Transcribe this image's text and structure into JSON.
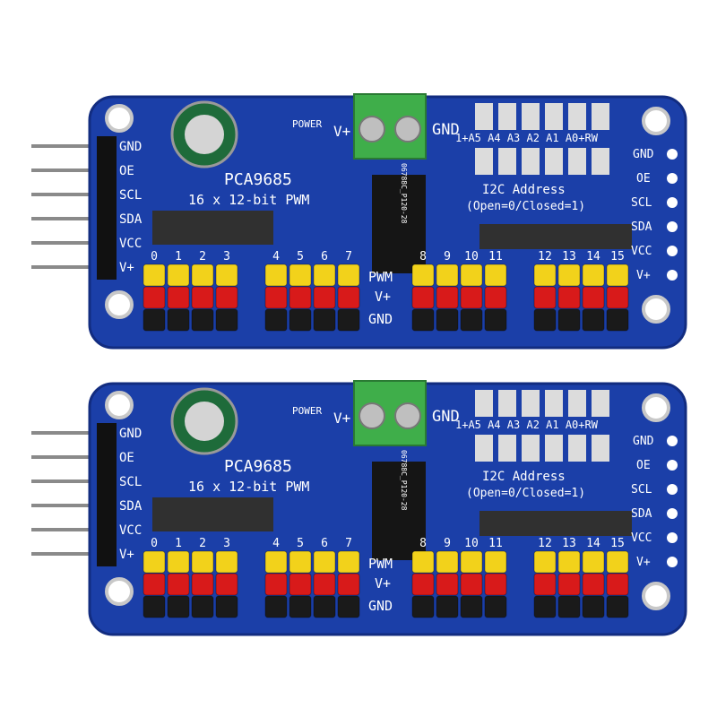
{
  "boards": [
    {
      "chip": "PCA9685",
      "subtitle": "16 x 12-bit PWM",
      "power": "POWER",
      "vplus": "V+",
      "gnd": "GND",
      "pins_left": [
        "GND",
        "OE",
        "SCL",
        "SDA",
        "VCC",
        "V+"
      ],
      "pins_right": [
        "GND",
        "OE",
        "SCL",
        "SDA",
        "VCC",
        "V+"
      ],
      "addr_labels": "1+A5 A4 A3 A2 A1 A0+RW",
      "i2c_title": "I2C Address",
      "i2c_note": "(Open=0/Closed=1)",
      "row_pwm": "PWM",
      "row_vplus": "V+",
      "row_gnd": "GND",
      "part_code": "06788C_P120-28",
      "channels": [
        "0",
        "1",
        "2",
        "3",
        "4",
        "5",
        "6",
        "7",
        "8",
        "9",
        "10",
        "11",
        "12",
        "13",
        "14",
        "15"
      ]
    },
    {
      "chip": "PCA9685",
      "subtitle": "16 x 12-bit PWM",
      "power": "POWER",
      "vplus": "V+",
      "gnd": "GND",
      "pins_left": [
        "GND",
        "OE",
        "SCL",
        "SDA",
        "VCC",
        "V+"
      ],
      "pins_right": [
        "GND",
        "OE",
        "SCL",
        "SDA",
        "VCC",
        "V+"
      ],
      "addr_labels": "1+A5 A4 A3 A2 A1 A0+RW",
      "i2c_title": "I2C Address",
      "i2c_note": "(Open=0/Closed=1)",
      "row_pwm": "PWM",
      "row_vplus": "V+",
      "row_gnd": "GND",
      "part_code": "06788C_P120-28",
      "channels": [
        "0",
        "1",
        "2",
        "3",
        "4",
        "5",
        "6",
        "7",
        "8",
        "9",
        "10",
        "11",
        "12",
        "13",
        "14",
        "15"
      ]
    }
  ],
  "colors": {
    "pcb": "#1b3fa8",
    "pcb_dark": "#122c80",
    "header_yellow": "#f2d21b",
    "header_red": "#d81a1a",
    "header_black": "#1a1a1a",
    "terminal": "#3fae4a",
    "pin_metal": "#9a9a9a"
  }
}
